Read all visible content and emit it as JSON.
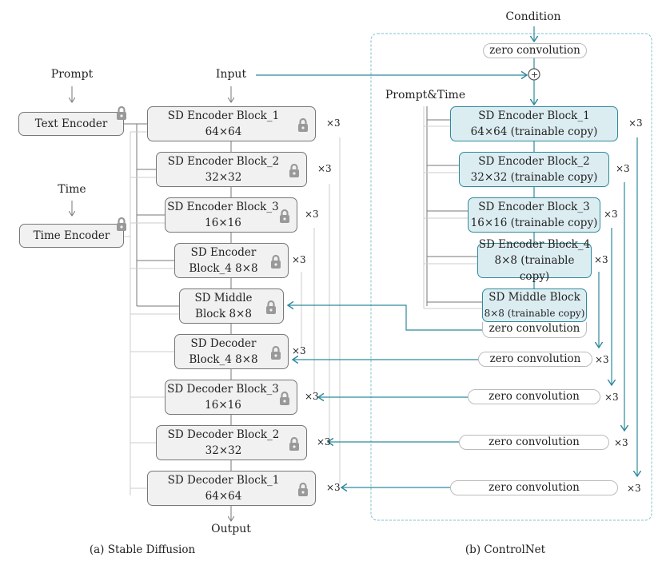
{
  "left": {
    "inputs": {
      "prompt": "Prompt",
      "time": "Time",
      "input": "Input",
      "output": "Output"
    },
    "text_encoder": "Text Encoder",
    "time_encoder": "Time Encoder",
    "blocks": [
      {
        "l1": "SD Encoder Block_1",
        "l2": "64×64",
        "mult": "×3"
      },
      {
        "l1": "SD Encoder Block_2",
        "l2": "32×32",
        "mult": "×3"
      },
      {
        "l1": "SD Encoder Block_3",
        "l2": "16×16",
        "mult": "×3"
      },
      {
        "l1": "SD Encoder",
        "l2": "Block_4 8×8",
        "mult": "×3"
      },
      {
        "l1": "SD Middle",
        "l2": "Block 8×8",
        "mult": ""
      },
      {
        "l1": "SD Decoder",
        "l2": "Block_4 8×8",
        "mult": "×3"
      },
      {
        "l1": "SD Decoder Block_3",
        "l2": "16×16",
        "mult": "×3"
      },
      {
        "l1": "SD Decoder Block_2",
        "l2": "32×32",
        "mult": "×3"
      },
      {
        "l1": "SD Decoder Block_1",
        "l2": "64×64",
        "mult": "×3"
      }
    ],
    "caption": "(a) Stable Diffusion"
  },
  "right": {
    "condition": "Condition",
    "prompt_time": "Prompt&Time",
    "zero_conv": "zero convolution",
    "blocks": [
      {
        "l1": "SD Encoder Block_1",
        "l2": "64×64 (trainable copy)",
        "mult": "×3"
      },
      {
        "l1": "SD Encoder Block_2",
        "l2": "32×32 (trainable copy)",
        "mult": "×3"
      },
      {
        "l1": "SD Encoder Block_3",
        "l2": "16×16 (trainable copy)",
        "mult": "×3"
      },
      {
        "l1": "SD Encoder Block_4",
        "l2": "8×8 (trainable copy)",
        "mult": "×3"
      },
      {
        "l1": "SD Middle Block",
        "l2": "8×8 (trainable copy)",
        "mult": ""
      }
    ],
    "out_mults": [
      "×3",
      "×3",
      "×3",
      "×3"
    ],
    "caption": "(b) ControlNet"
  },
  "colors": {
    "teal": "#2f8a9c",
    "locked_fill": "#f1f1f1",
    "trainable_fill": "#dcedf2"
  }
}
